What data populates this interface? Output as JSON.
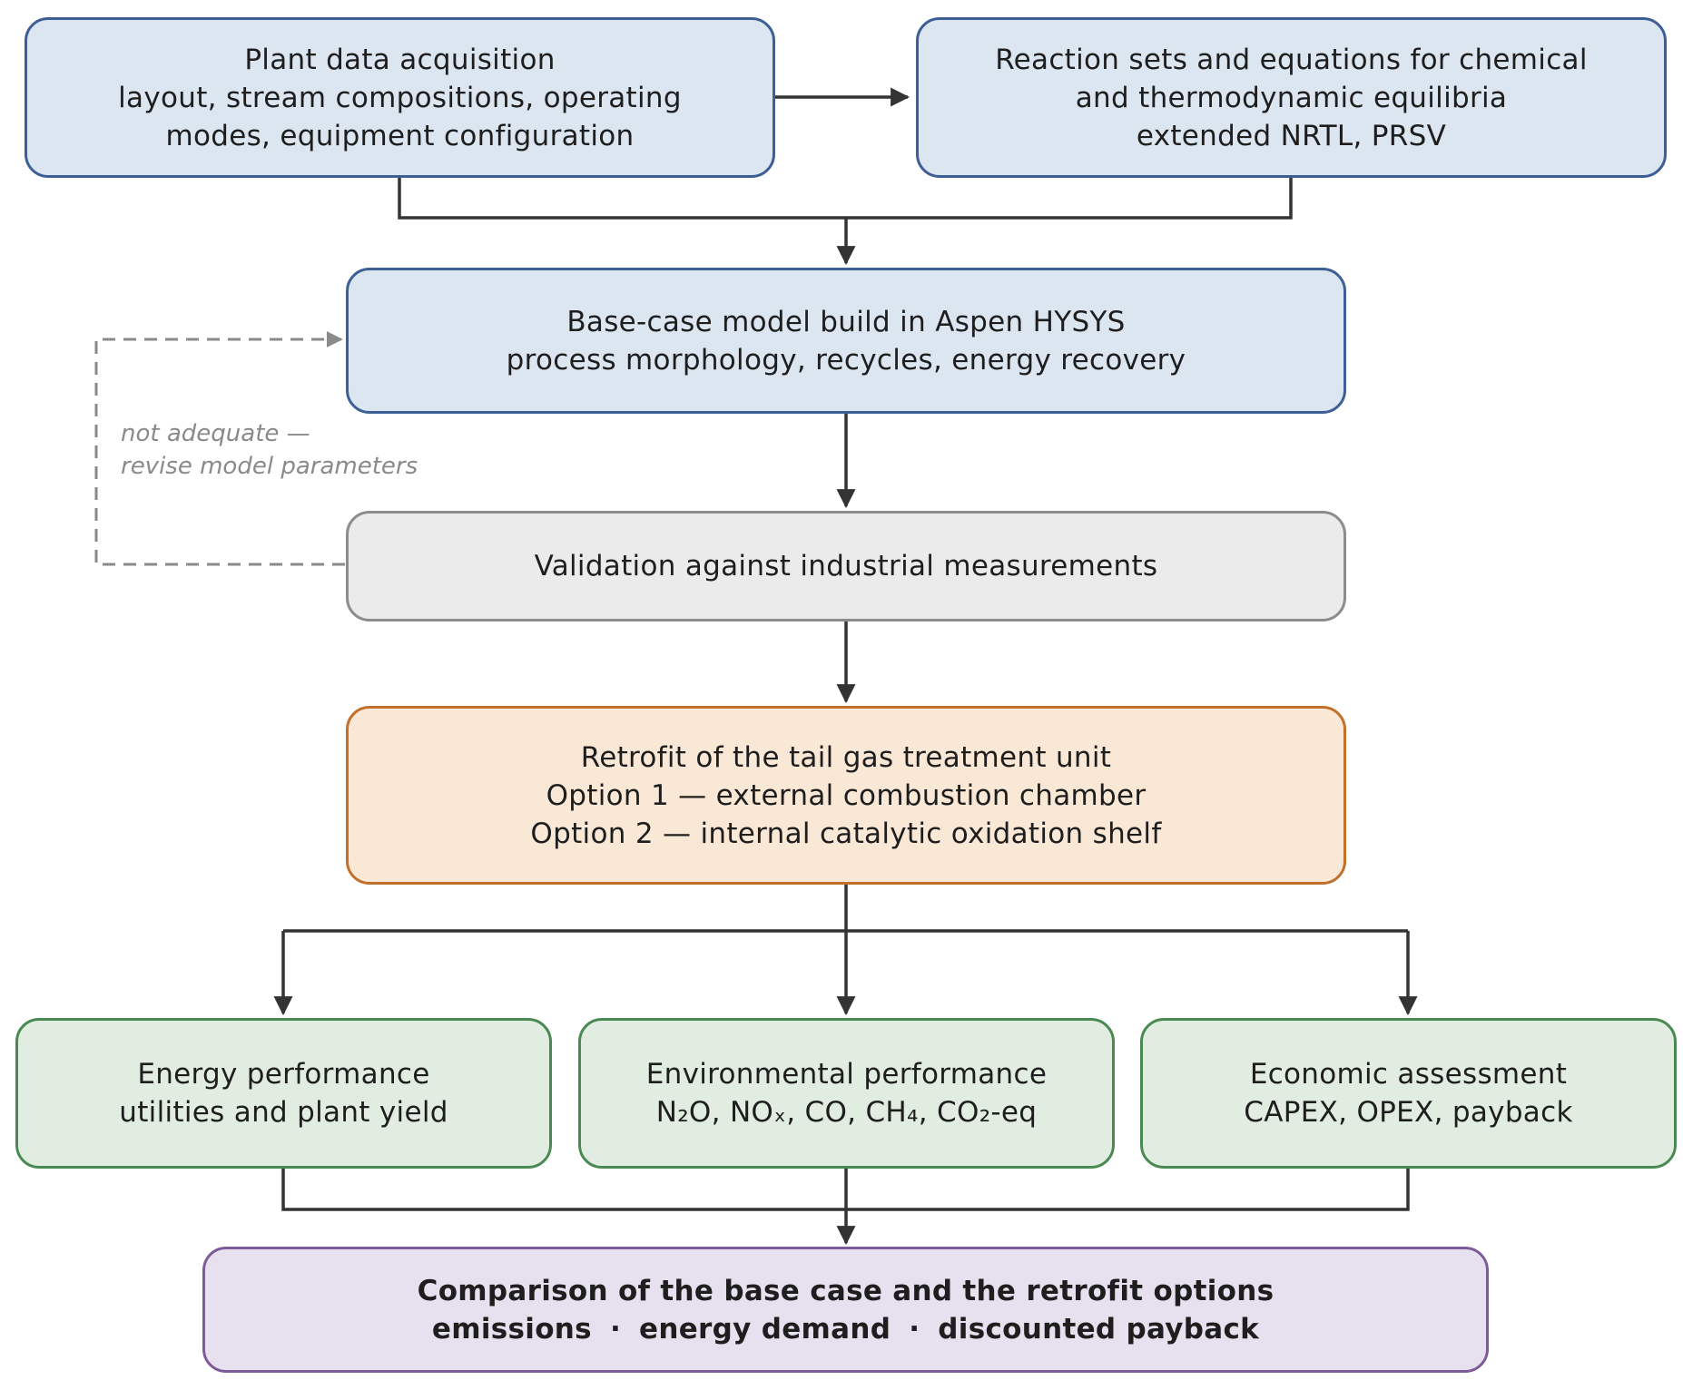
{
  "diagram": {
    "nodes": {
      "plant_data": {
        "lines": [
          "Plant data acquisition",
          "layout, stream compositions, operating",
          "modes, equipment configuration"
        ]
      },
      "reaction_sets": {
        "lines": [
          "Reaction sets and equations for chemical",
          "and thermodynamic equilibria",
          "extended NRTL, PRSV"
        ]
      },
      "base_case": {
        "lines": [
          "Base-case model build in Aspen HYSYS",
          "process morphology, recycles, energy recovery"
        ]
      },
      "validation": {
        "lines": [
          "Validation against industrial measurements"
        ]
      },
      "retrofit": {
        "lines": [
          "Retrofit of the tail gas treatment unit",
          "Option 1 — external combustion chamber",
          "Option 2 — internal catalytic oxidation shelf"
        ]
      },
      "energy": {
        "lines": [
          "Energy performance",
          "utilities and plant yield"
        ]
      },
      "environmental": {
        "lines": [
          "Environmental performance",
          "N₂O, NOₓ, CO, CH₄, CO₂-eq"
        ]
      },
      "economic": {
        "lines": [
          "Economic assessment",
          "CAPEX, OPEX, payback"
        ]
      },
      "comparison": {
        "title": "Comparison of the base case and the retrofit options",
        "items": [
          "emissions",
          "energy demand",
          "discounted payback"
        ],
        "separator": "·"
      }
    },
    "feedback_label": [
      "not adequate —",
      "revise model parameters"
    ]
  },
  "colors": {
    "blue_fill": "#dce6f1",
    "blue_border": "#3e5f96",
    "grey_fill": "#ebebeb",
    "grey_border": "#8c8c8c",
    "orange_fill": "#fae8d6",
    "orange_border": "#c0702a",
    "green_fill": "#e0ede0",
    "green_border": "#4a8a52",
    "purple_fill": "#e7e0ef",
    "purple_border": "#7d5a98",
    "arrow": "#333333",
    "feedback": "#8a8a8a"
  }
}
